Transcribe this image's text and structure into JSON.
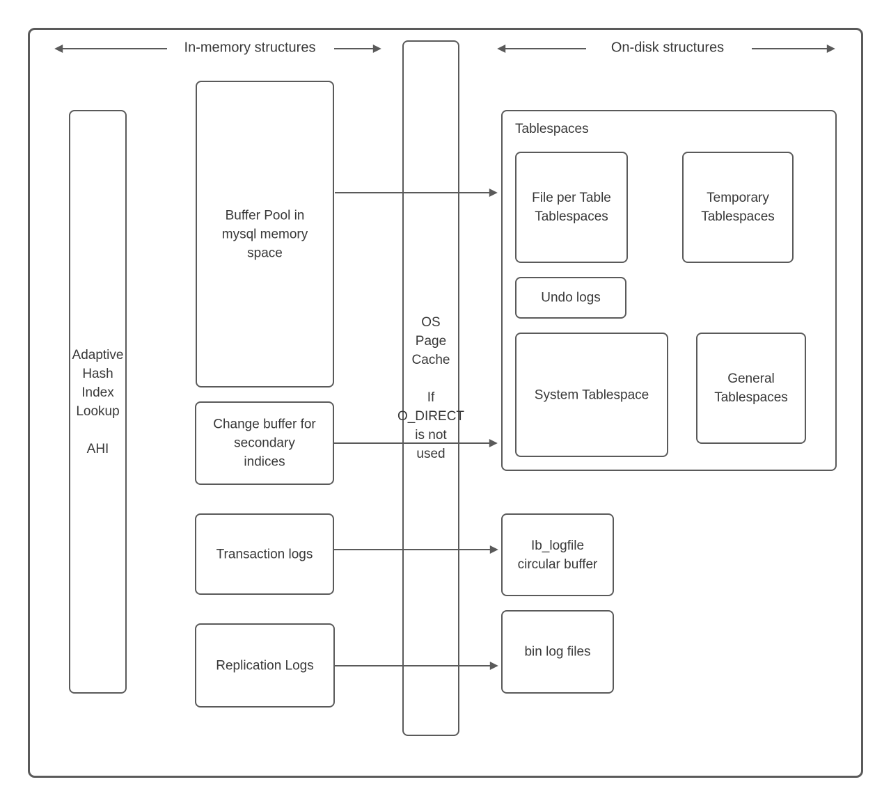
{
  "diagram": {
    "colors": {
      "stroke": "#5a5a5a",
      "text": "#383838",
      "background": "#ffffff"
    },
    "headers": {
      "in_memory": "In-memory structures",
      "on_disk": "On-disk structures"
    },
    "nodes": {
      "ahi": {
        "label": "Adaptive\nHash\nIndex\nLookup\n\nAHI"
      },
      "buffer_pool": {
        "label": "Buffer Pool in\nmysql memory\nspace"
      },
      "change_buffer": {
        "label": "Change buffer for\nsecondary\nindices"
      },
      "transaction_logs": {
        "label": "Transaction logs"
      },
      "replication_logs": {
        "label": "Replication Logs"
      },
      "os_page_cache": {
        "label": "OS\nPage\nCache\n\nIf\nO_DIRECT\nis not\nused"
      },
      "tablespaces": {
        "label": "Tablespaces"
      },
      "file_per_table": {
        "label": "File per Table\nTablespaces"
      },
      "temporary_tablespaces": {
        "label": "Temporary\nTablespaces"
      },
      "undo_logs": {
        "label": "Undo logs"
      },
      "system_tablespace": {
        "label": "System Tablespace"
      },
      "general_tablespaces": {
        "label": "General\nTablespaces"
      },
      "ib_logfile": {
        "label": "Ib_logfile\ncircular buffer"
      },
      "bin_log_files": {
        "label": "bin log files"
      }
    }
  }
}
